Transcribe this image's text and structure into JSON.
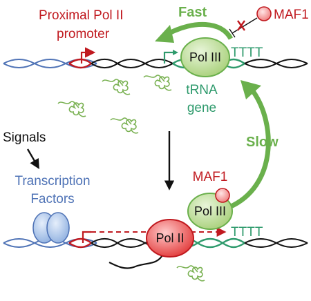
{
  "labels": {
    "proximal_promoter": [
      "Proximal Pol II",
      "promoter"
    ],
    "maf1_top": "MAF1",
    "fast": "Fast",
    "slow": "Slow",
    "pol3_top": "Pol III",
    "tttt_top": "TTTT",
    "trna_gene": [
      "tRNA",
      "gene"
    ],
    "signals": "Signals",
    "transcription_factors": [
      "Transcription",
      "Factors"
    ],
    "maf1_bottom": "MAF1",
    "pol3_bottom": "Pol III",
    "pol2": "Pol II",
    "tttt_bottom": "TTTT"
  },
  "colors": {
    "pol2_red": "#c0191f",
    "pol3_green": "#2e9a6c",
    "arrow_green": "#6ab04c",
    "tf_blue": "#4f73b6",
    "dna_black": "#111111"
  },
  "icons": [
    "trna-icon",
    "transcription-factor-icon",
    "dna-helix-icon",
    "promoter-arrow-icon",
    "inhibition-icon"
  ]
}
